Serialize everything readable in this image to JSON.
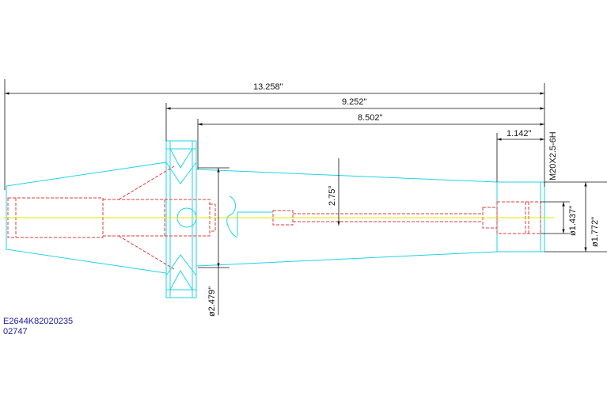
{
  "drawing": {
    "part_number": "E2644K82020235",
    "item_code": "02747",
    "dimensions": {
      "overall_length": "13.258\"",
      "gauge_length": "9.252\"",
      "body_length": "8.502\"",
      "thread_depth": "1.142\"",
      "thread_spec": "M20X2.5-6H",
      "angle": "2.75°",
      "body_diameter": "ø2.479\"",
      "bore_diameter": "ø1.437\"",
      "nose_diameter": "ø1.772\""
    },
    "colors": {
      "outline": "#22d3e6",
      "hidden": "#e03b3b",
      "centerline": "#e6e600",
      "dimension": "#111111",
      "annotation": "#1a1aa0"
    }
  }
}
